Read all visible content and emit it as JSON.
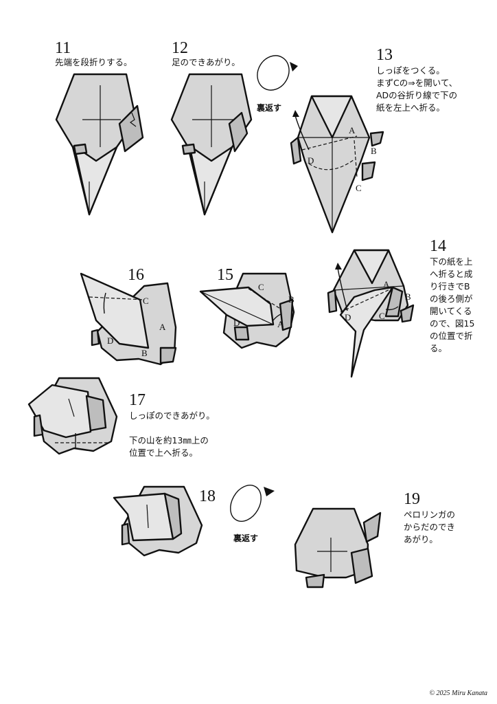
{
  "steps": [
    {
      "num": "11",
      "caption": "先端を段折りする。"
    },
    {
      "num": "12",
      "caption": "足のできあがり。"
    },
    {
      "num": "13",
      "caption": "しっぽをつくる。\nまずCの⇒を開いて、\nADの谷折り線で下の\n紙を左上へ折る。"
    },
    {
      "num": "14",
      "caption": "下の紙を上\nへ折ると成\nり行きでB\nの後ろ側が\n開いてくる\nので、図15\nの位置で折\nる。"
    },
    {
      "num": "15",
      "caption": ""
    },
    {
      "num": "16",
      "caption": ""
    },
    {
      "num": "17",
      "caption": "しっぽのできあがり。\n\n下の山を約13㎜上の\n位置で上へ折る。"
    },
    {
      "num": "18",
      "caption": ""
    },
    {
      "num": "19",
      "caption": "ペロリンガの\nからだのでき\nあがり。"
    }
  ],
  "flip_labels": {
    "step12": "裏返す",
    "step18": "裏返す"
  },
  "point_labels": {
    "a": "A",
    "b": "B",
    "c": "C",
    "d": "D"
  },
  "copyright": "© 2025 Miru Kanata"
}
